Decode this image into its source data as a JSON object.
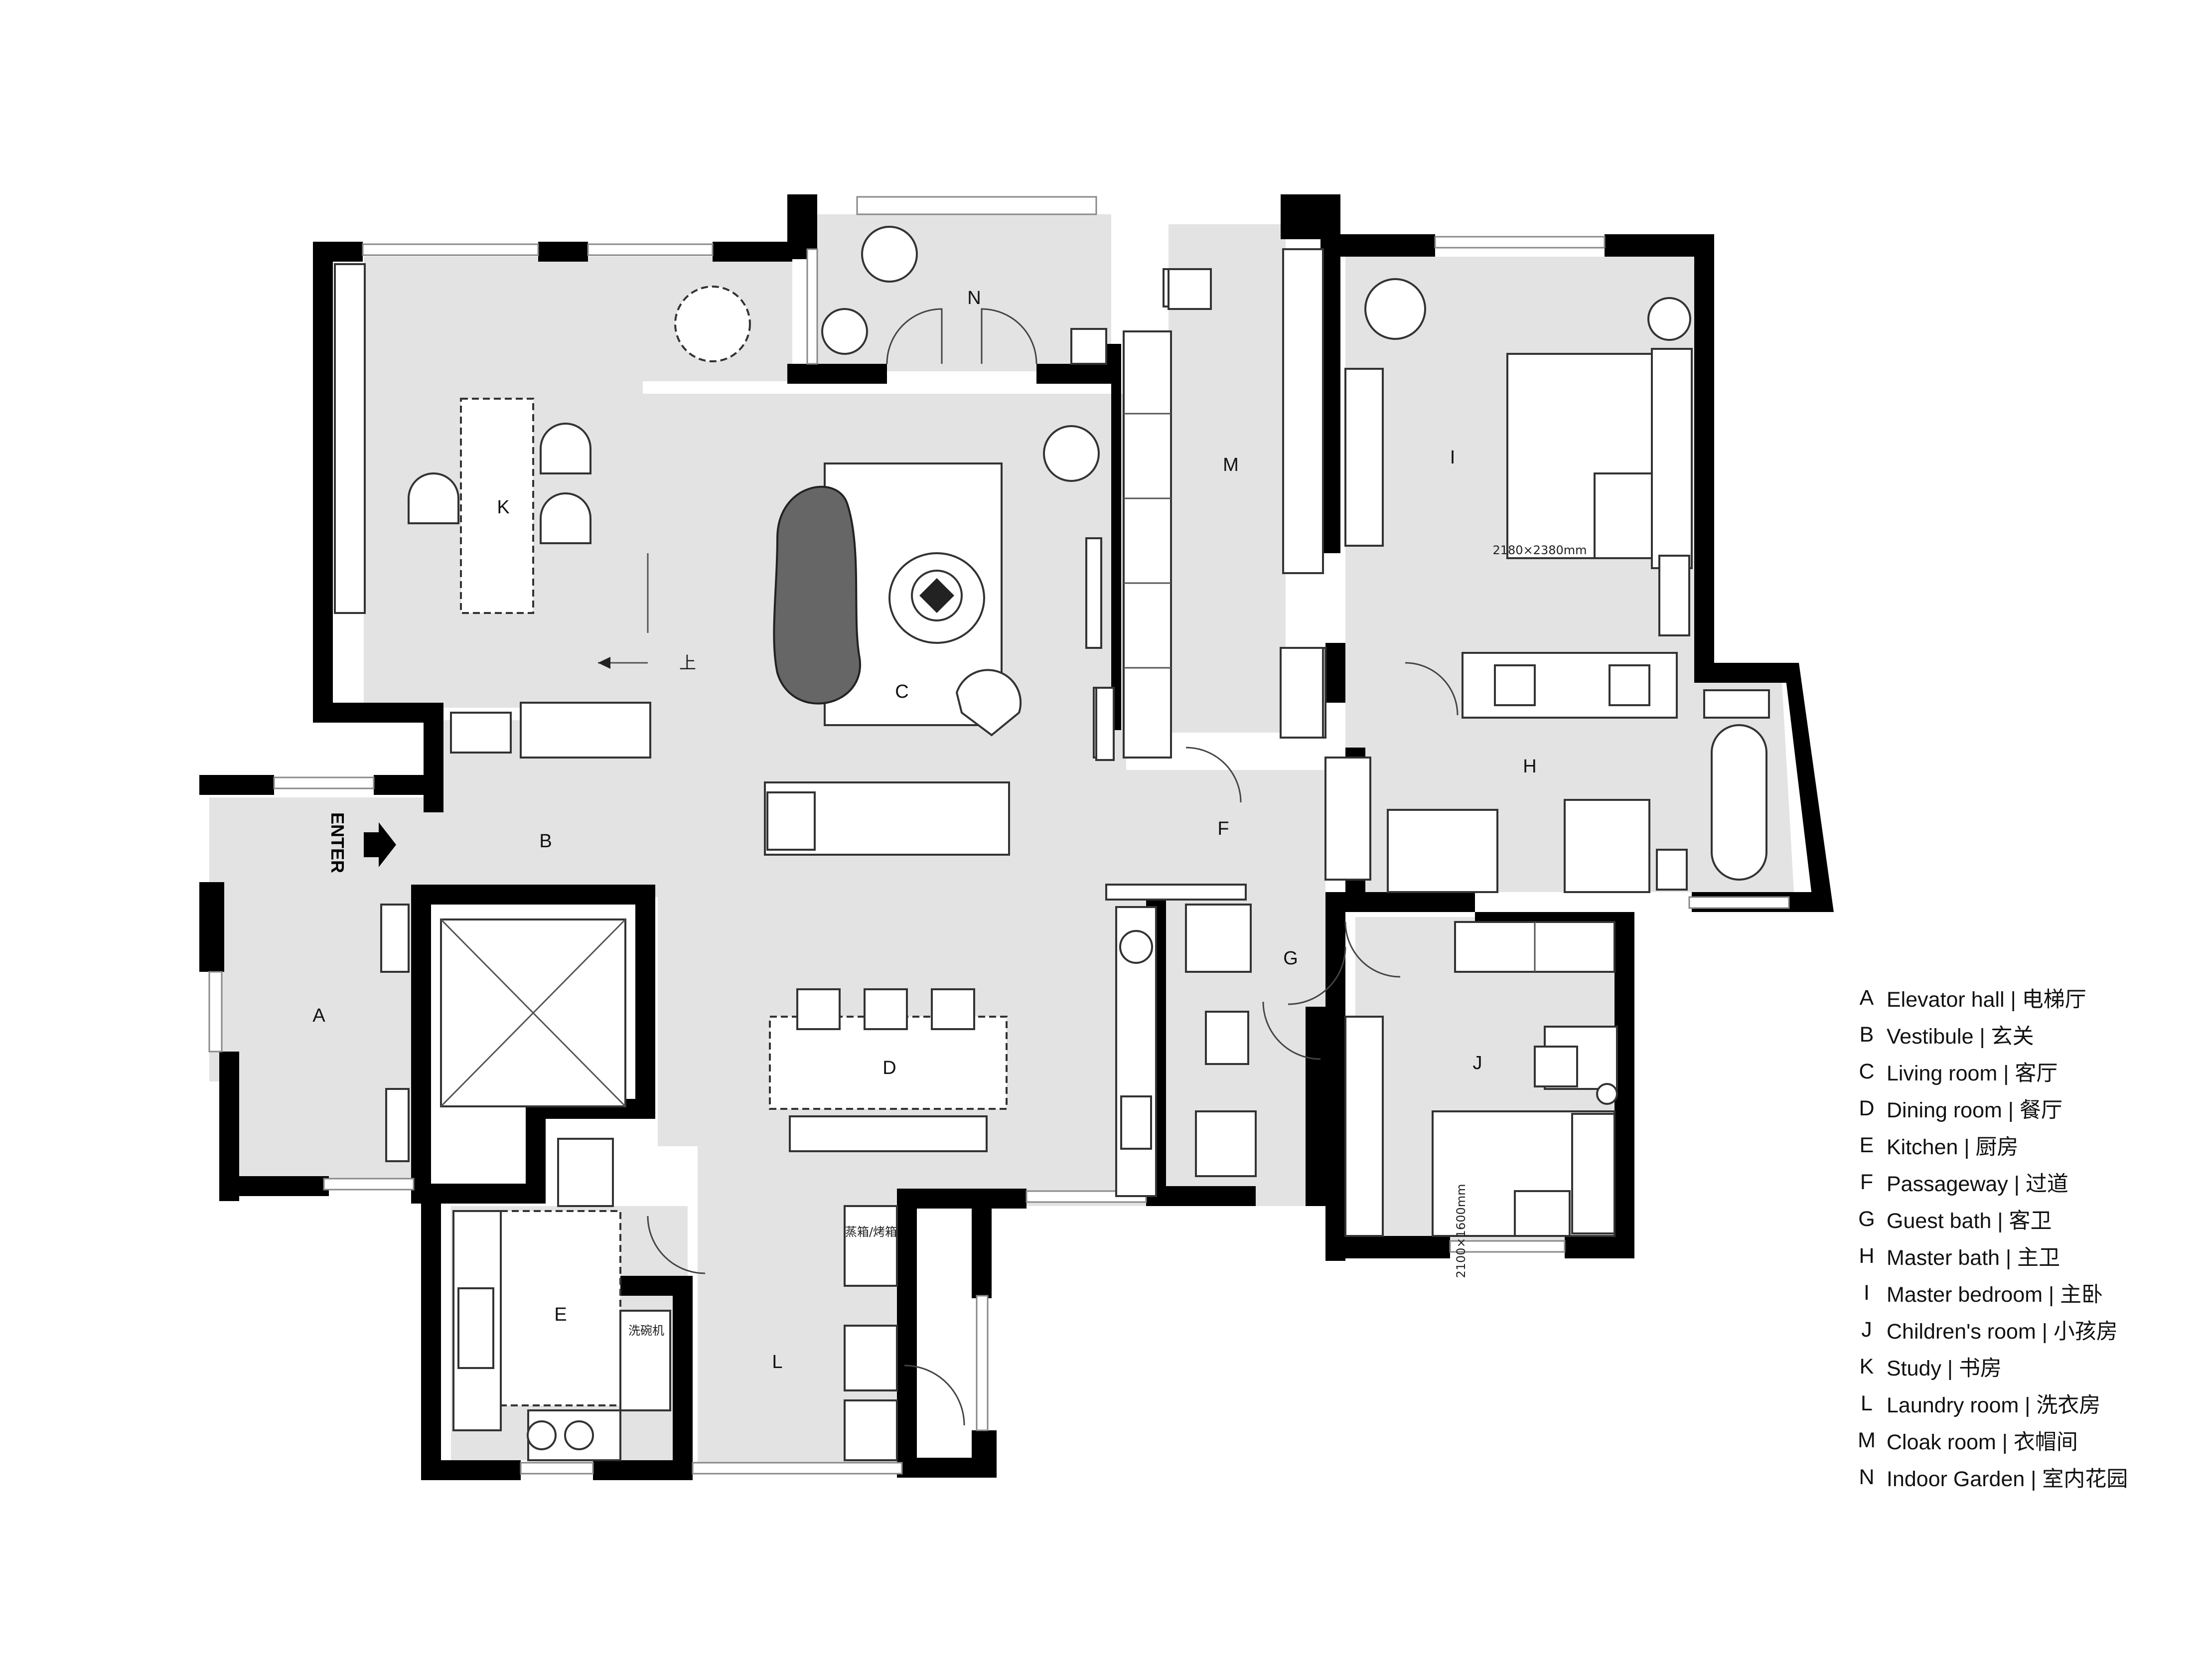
{
  "rooms": [
    {
      "key": "A",
      "name": "Elevator hall",
      "name_cn": "电梯厅"
    },
    {
      "key": "B",
      "name": "Vestibule",
      "name_cn": "玄关"
    },
    {
      "key": "C",
      "name": "Living room",
      "name_cn": "客厅"
    },
    {
      "key": "D",
      "name": "Dining room",
      "name_cn": "餐厅"
    },
    {
      "key": "E",
      "name": "Kitchen",
      "name_cn": "厨房"
    },
    {
      "key": "F",
      "name": "Passageway",
      "name_cn": "过道"
    },
    {
      "key": "G",
      "name": "Guest bath",
      "name_cn": "客卫"
    },
    {
      "key": "H",
      "name": "Master bath",
      "name_cn": "主卫"
    },
    {
      "key": "I",
      "name": "Master bedroom",
      "name_cn": "主卧"
    },
    {
      "key": "J",
      "name": "Children's room",
      "name_cn": "小孩房"
    },
    {
      "key": "K",
      "name": "Study",
      "name_cn": "书房"
    },
    {
      "key": "L",
      "name": "Laundry room",
      "name_cn": "洗衣房"
    },
    {
      "key": "M",
      "name": "Cloak room",
      "name_cn": "衣帽间"
    },
    {
      "key": "N",
      "name": "Indoor Garden",
      "name_cn": "室内花园"
    }
  ],
  "legend_separator": " | ",
  "annotations": {
    "enter": "ENTER",
    "stairs_up": "上",
    "fridge_oven": "蒸箱/烤箱",
    "dishwasher": "洗碗机",
    "master_bed_size": "2180×2380mm",
    "child_bed_size": "2100×1600mm"
  },
  "colors": {
    "wall": "#000000",
    "floor": "#e3e3e3",
    "background": "#ffffff"
  }
}
